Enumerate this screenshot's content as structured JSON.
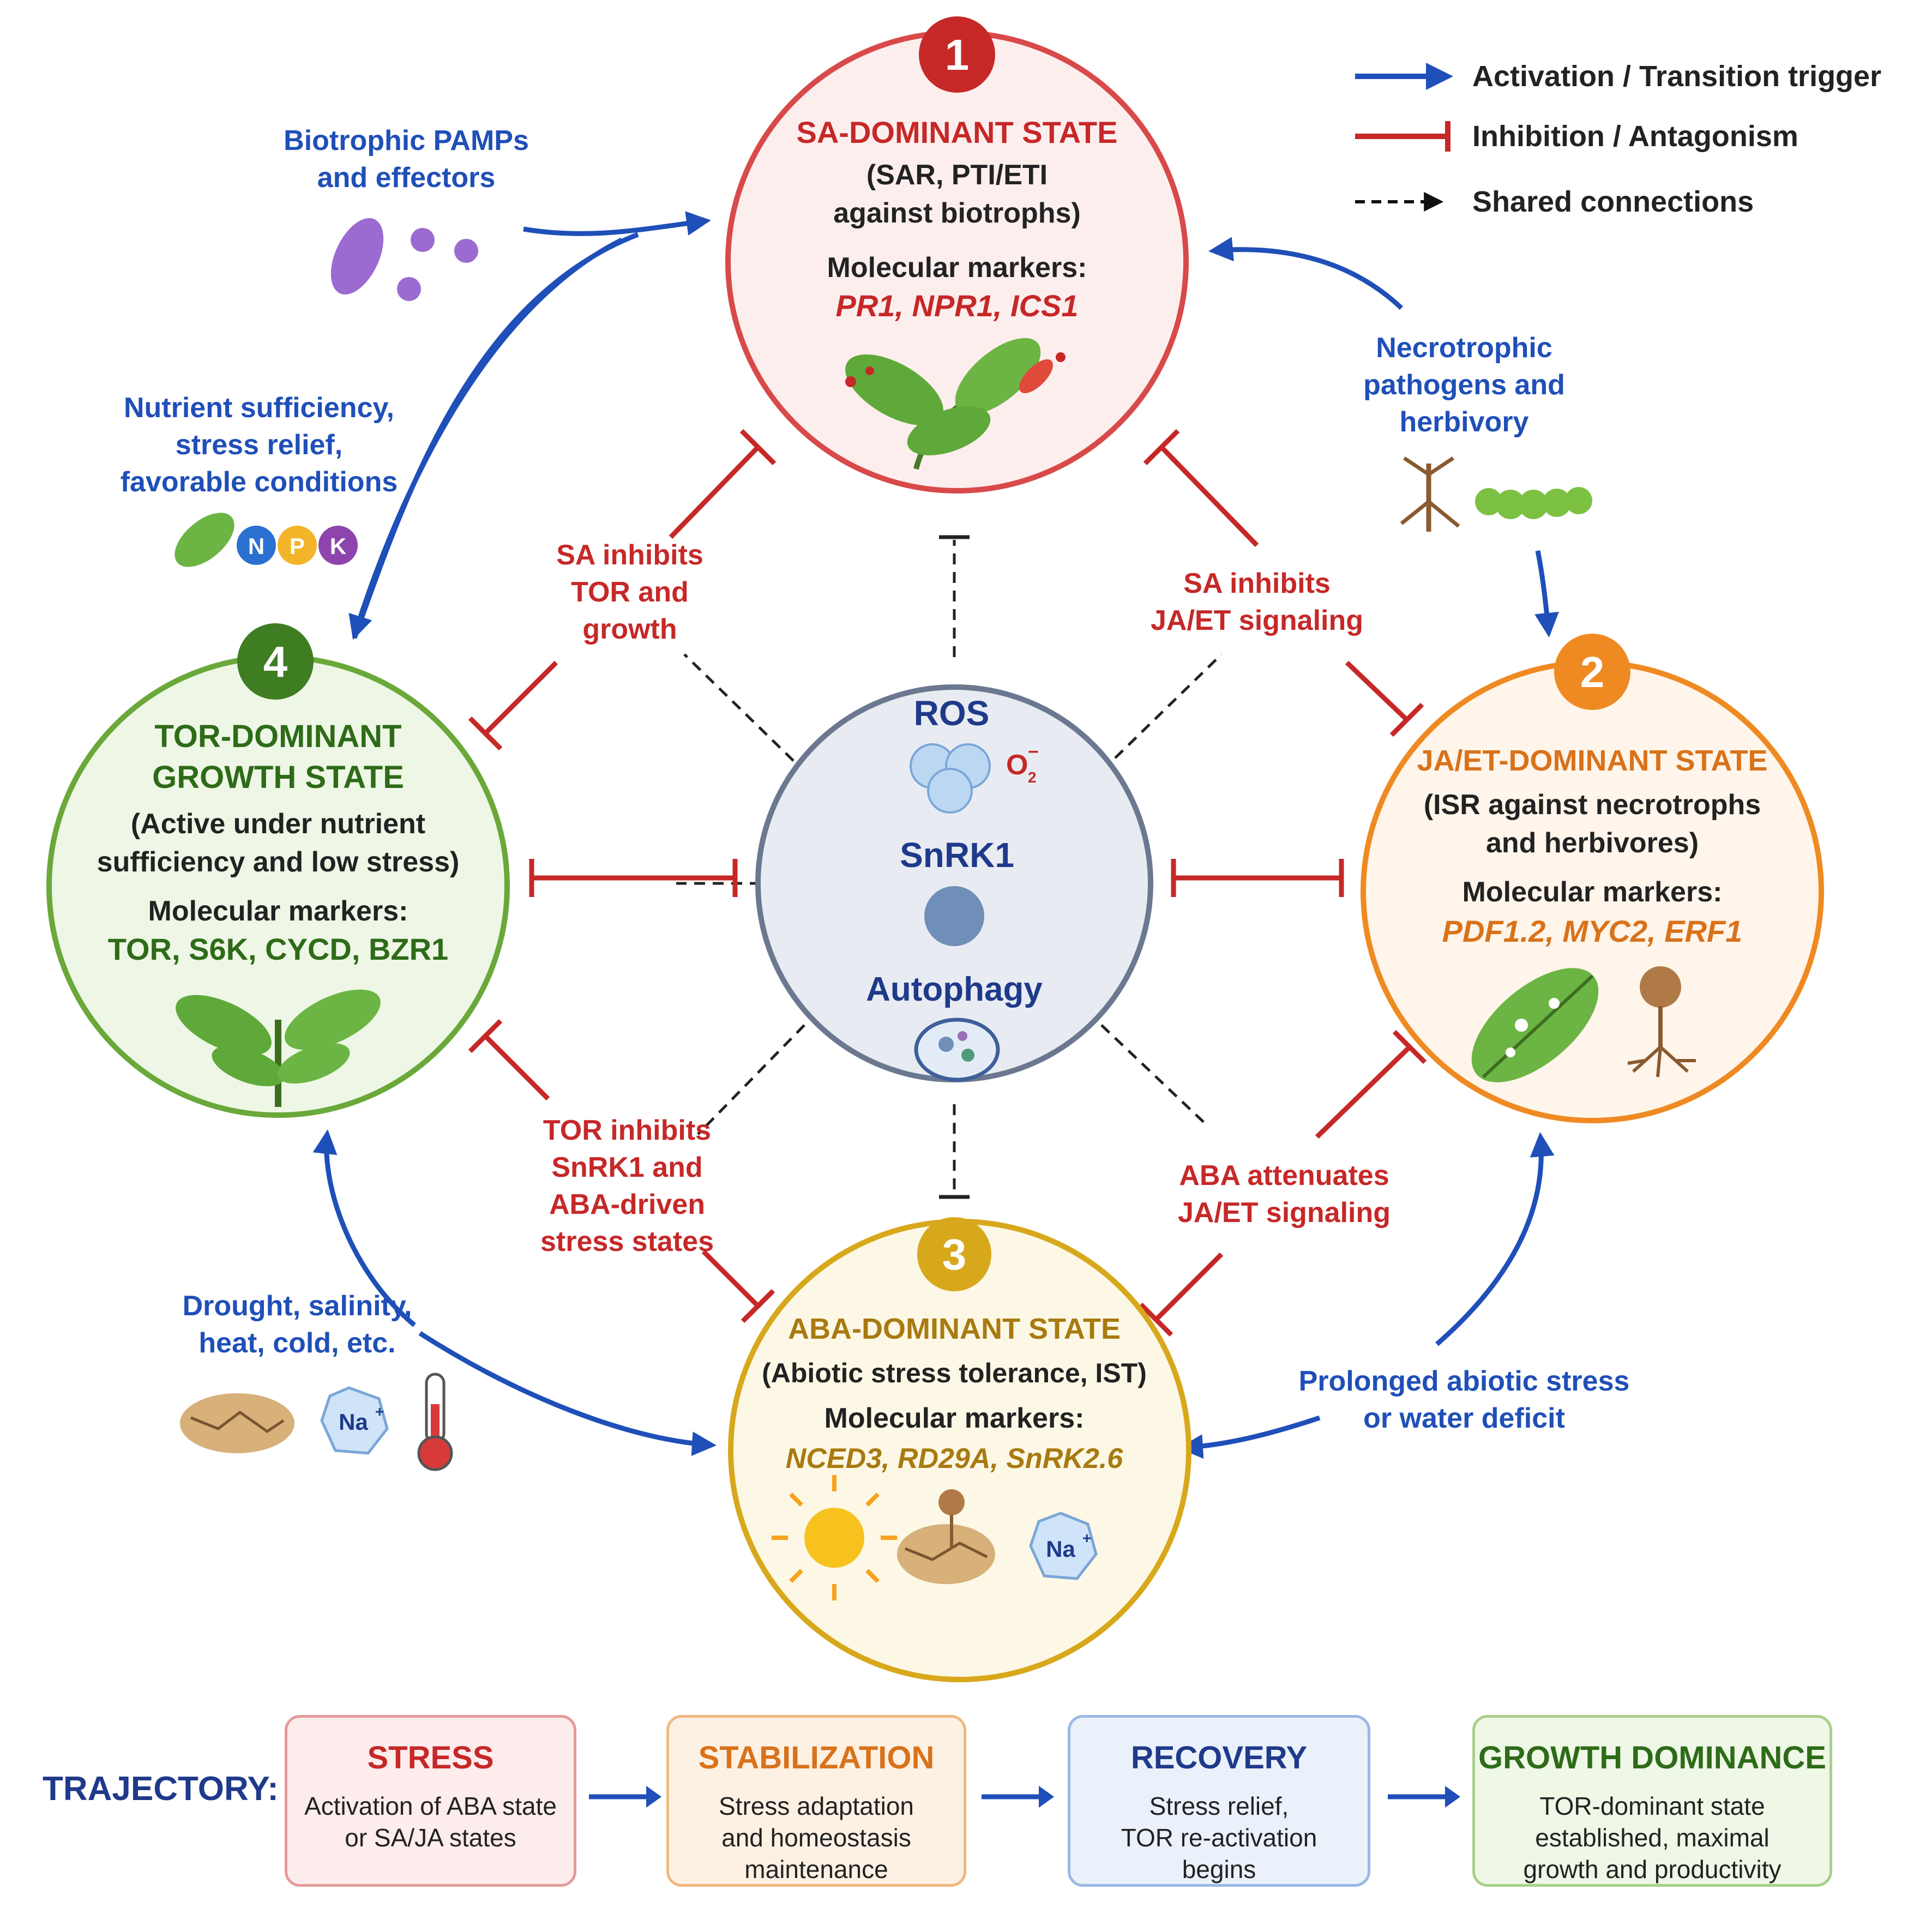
{
  "legend": {
    "activation": "Activation / Transition trigger",
    "inhibition": "Inhibition / Antagonism",
    "shared": "Shared connections"
  },
  "colors": {
    "activation": "#1f4fb8",
    "inhibition": "#c62828",
    "sa": "#d84a4a",
    "ja": "#ef8a22",
    "aba": "#d8a81c",
    "tor": "#6aa83a",
    "center": "#6b7890"
  },
  "states": {
    "sa": {
      "number": "1",
      "title": "SA-DOMINANT STATE",
      "desc1": "(SAR, PTI/ETI",
      "desc2": "against biotrophs)",
      "markers_label": "Molecular markers:",
      "markers": "PR1, NPR1, ICS1",
      "icon": "infected-leaf-icon"
    },
    "ja": {
      "number": "2",
      "title": "JA/ET-DOMINANT STATE",
      "desc1": "(ISR against necrotrophs",
      "desc2": "and herbivores)",
      "markers_label": "Molecular markers:",
      "markers": "PDF1.2, MYC2, ERF1",
      "icon": "damaged-leaf-icon"
    },
    "aba": {
      "number": "3",
      "title": "ABA-DOMINANT STATE",
      "desc1": "(Abiotic stress tolerance, IST)",
      "markers_label": "Molecular markers:",
      "markers": "NCED3, RD29A, SnRK2.6",
      "icon": "sun-icon"
    },
    "tor": {
      "number": "4",
      "title1": "TOR-DOMINANT",
      "title2": "GROWTH STATE",
      "desc1": "(Active under nutrient",
      "desc2": "sufficiency and low stress)",
      "markers_label": "Molecular markers:",
      "markers": "TOR, S6K, CYCD, BZR1",
      "icon": "seedling-icon"
    }
  },
  "center": {
    "ros": "ROS",
    "superoxide": "O",
    "superoxide_sub": "2",
    "superoxide_sup": "−",
    "snrk1": "SnRK1",
    "autophagy": "Autophagy"
  },
  "triggers": {
    "biotrophic": [
      "Biotrophic PAMPs",
      "and effectors"
    ],
    "necrotrophic": [
      "Necrotrophic",
      "pathogens and",
      "herbivory"
    ],
    "nutrient": [
      "Nutrient sufficiency,",
      "stress relief,",
      "favorable conditions"
    ],
    "npk": [
      "N",
      "P",
      "K"
    ],
    "drought": [
      "Drought, salinity,",
      "heat, cold, etc."
    ],
    "prolonged": [
      "Prolonged abiotic stress",
      "or water deficit"
    ],
    "na_label": "Na",
    "na_sup": "+"
  },
  "inhibitions": {
    "sa_tor": [
      "SA inhibits",
      "TOR and",
      "growth"
    ],
    "sa_ja": [
      "SA inhibits",
      "JA/ET signaling"
    ],
    "tor_aba": [
      "TOR inhibits",
      "SnRK1 and",
      "ABA-driven",
      "stress states"
    ],
    "aba_ja": [
      "ABA attenuates",
      "JA/ET signaling"
    ]
  },
  "trajectory": {
    "label": "TRAJECTORY:",
    "steps": [
      {
        "title": "STRESS",
        "desc": "Activation of ABA state\nor SA/JA states"
      },
      {
        "title": "STABILIZATION",
        "desc": "Stress adaptation\nand homeostasis\nmaintenance"
      },
      {
        "title": "RECOVERY",
        "desc": "Stress relief,\nTOR re-activation\nbegins"
      },
      {
        "title": "GROWTH DOMINANCE",
        "desc": "TOR-dominant state\nestablished, maximal\ngrowth and productivity"
      }
    ]
  }
}
